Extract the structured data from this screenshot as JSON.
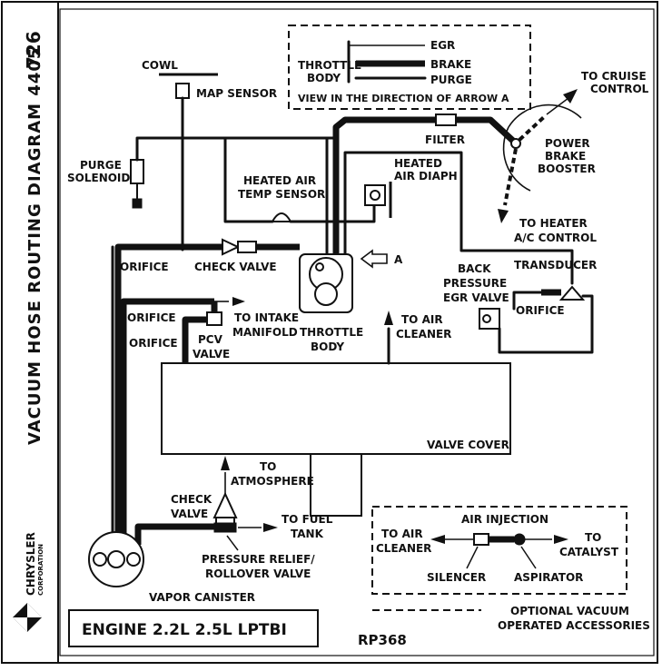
{
  "side": {
    "number": "726",
    "title": "VACUUM HOSE ROUTING DIAGRAM 4405",
    "brand": "CHRYSLER",
    "brand_sub": "CORPORATION"
  },
  "footer": {
    "engine": "ENGINE 2.2L 2.5L LPTBI",
    "code": "RP368"
  },
  "inset_top": {
    "throttle": "THROTTLE",
    "body": "BODY",
    "egr": "EGR",
    "brake": "BRAKE",
    "purge": "PURGE",
    "view_note": "VIEW IN THE DIRECTION OF ARROW A"
  },
  "inset_bottom": {
    "title": "AIR INJECTION",
    "to_air": "TO AIR",
    "cleaner": "CLEANER",
    "to": "TO",
    "catalyst": "CATALYST",
    "silencer": "SILENCER",
    "aspirator": "ASPIRATOR"
  },
  "legend": {
    "line1": "OPTIONAL VACUUM",
    "line2": "OPERATED ACCESSORIES"
  },
  "labels": {
    "cowl": "COWL",
    "map_sensor": "MAP SENSOR",
    "purge": "PURGE",
    "solenoid": "SOLENOID",
    "heated_air": "HEATED AIR",
    "temp_sensor": "TEMP SENSOR",
    "heated": "HEATED",
    "air_diaph": "AIR DIAPH",
    "filter": "FILTER",
    "to_cruise": "TO CRUISE",
    "control": "CONTROL",
    "power": "POWER",
    "brake": "BRAKE",
    "booster": "BOOSTER",
    "to_heater": "TO HEATER",
    "ac_control": "A/C CONTROL",
    "orifice": "ORIFICE",
    "check_valve": "CHECK VALVE",
    "arrow_a": "A",
    "back": "BACK",
    "pressure": "PRESSURE",
    "egr_valve": "EGR VALVE",
    "transducer": "TRANSDUCER",
    "to_intake": "TO INTAKE",
    "manifold": "MANIFOLD",
    "throttle": "THROTTLE",
    "body": "BODY",
    "to_air": "TO AIR",
    "cleaner": "CLEANER",
    "pcv": "PCV",
    "valve": "VALVE",
    "valve_cover": "VALVE COVER",
    "to": "TO",
    "atmosphere": "ATMOSPHERE",
    "check": "CHECK",
    "to_fuel": "TO FUEL",
    "tank": "TANK",
    "pressure_relief": "PRESSURE RELIEF/",
    "rollover_valve": "ROLLOVER VALVE",
    "vapor_canister": "VAPOR CANISTER"
  }
}
